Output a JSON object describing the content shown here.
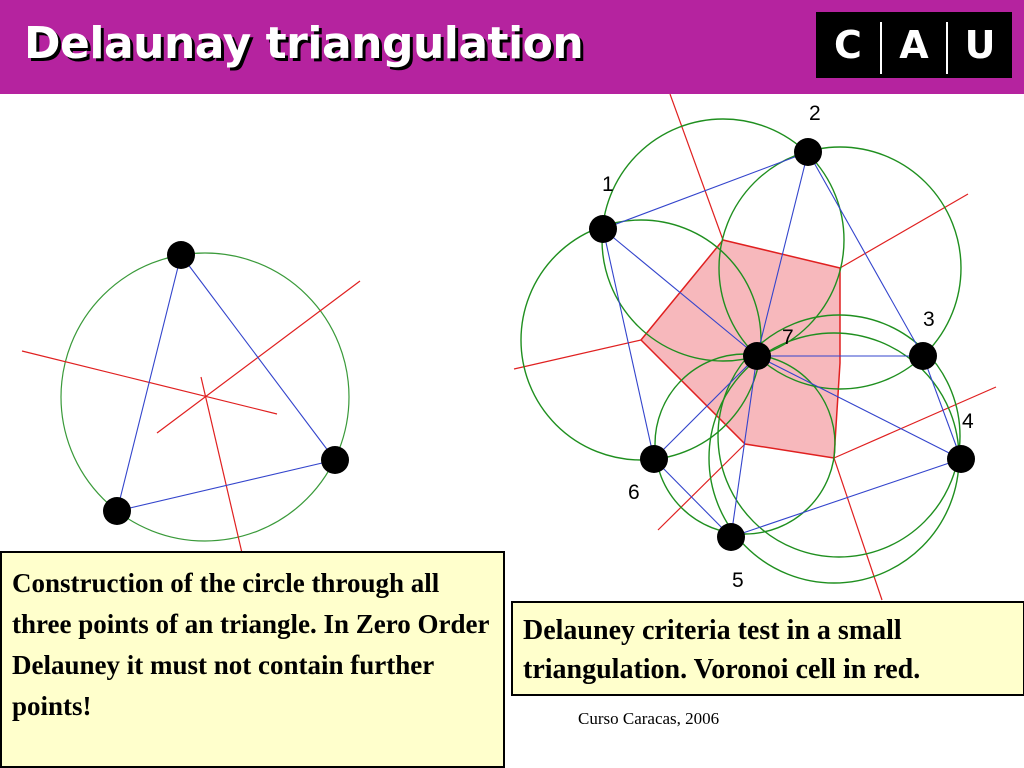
{
  "header": {
    "title": "Delaunay triangulation",
    "logo": {
      "letters": [
        "C",
        "A",
        "U"
      ]
    },
    "background": "#b5239f"
  },
  "diagram": {
    "left_figure": {
      "points": [
        {
          "label": ""
        },
        {
          "label": ""
        },
        {
          "label": ""
        }
      ],
      "edge_color": "#3344cc",
      "circle_color": "#3a9a3a",
      "bisector_color": "#e02020"
    },
    "right_figure": {
      "points": [
        {
          "label": "1"
        },
        {
          "label": "2"
        },
        {
          "label": "3"
        },
        {
          "label": "4"
        },
        {
          "label": "5"
        },
        {
          "label": "6"
        },
        {
          "label": "7"
        }
      ],
      "voronoi_fill": "#f7b8bc",
      "voronoi_stroke": "#e02020",
      "edge_color": "#3344cc",
      "circle_color": "#1f8f1f"
    }
  },
  "notes": {
    "left": "Construction of the circle through all three points of an triangle. In Zero Order Delauney it must not contain further points!",
    "right": "Delauney criteria test in a small triangulation. Voronoi cell in red."
  },
  "footer": {
    "credit": "Curso Caracas, 2006"
  }
}
